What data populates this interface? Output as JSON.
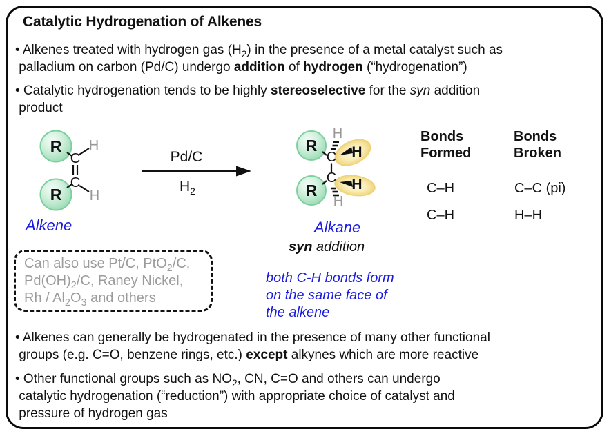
{
  "title": "Catalytic Hydrogenation of Alkenes",
  "bullets": {
    "b1": [
      {
        "t": "• Alkenes treated with hydrogen gas (H"
      },
      {
        "t": "2",
        "sub": true
      },
      {
        "t": ") in the presence of a metal catalyst such as"
      },
      {
        "br": true
      },
      {
        "t": " palladium on carbon (Pd/C) undergo "
      },
      {
        "t": "addition",
        "b": true
      },
      {
        "t": " of "
      },
      {
        "t": "hydrogen",
        "b": true
      },
      {
        "t": " (“hydrogenation”)"
      }
    ],
    "b2": [
      {
        "t": "• Catalytic hydrogenation tends to be highly "
      },
      {
        "t": "stereoselective",
        "b": true
      },
      {
        "t": " for the "
      },
      {
        "t": "syn",
        "i": true
      },
      {
        "t": " addition"
      },
      {
        "br": true
      },
      {
        "t": " product"
      }
    ],
    "b3": [
      {
        "t": "• Alkenes can generally be hydrogenated in the presence of many other functional"
      },
      {
        "br": true
      },
      {
        "t": " groups (e.g. C=O, benzene rings, etc.) "
      },
      {
        "t": "except",
        "b": true
      },
      {
        "t": " alkynes which are more reactive"
      }
    ],
    "b4": [
      {
        "t": "• Other functional groups such as NO"
      },
      {
        "t": "2",
        "sub": true
      },
      {
        "t": ", CN, C=O and others can undergo"
      },
      {
        "br": true
      },
      {
        "t": " catalytic hydrogenation (“reduction”) with appropriate choice of catalyst and"
      },
      {
        "br": true
      },
      {
        "t": " pressure of hydrogen gas"
      }
    ]
  },
  "scheme": {
    "reagent_top": "Pd/C",
    "reagent_bottom_main": "H",
    "reagent_bottom_sub": "2",
    "alkene_label": "Alkene",
    "alkane_label": "Alkane",
    "syn_label": [
      {
        "t": "syn",
        "b": true,
        "i": true
      },
      {
        "t": " addition",
        "i": true
      }
    ],
    "blue_note": [
      {
        "t": "both C-H bonds form"
      },
      {
        "br": true
      },
      {
        "t": "on the same face of"
      },
      {
        "br": true
      },
      {
        "t": "the alkene"
      }
    ],
    "catalyst_box": [
      {
        "t": "Can also use Pt/C, PtO"
      },
      {
        "t": "2",
        "sub": true
      },
      {
        "t": "/C,"
      },
      {
        "br": true
      },
      {
        "t": "Pd(OH)"
      },
      {
        "t": "2",
        "sub": true
      },
      {
        "t": "/C, Raney Nickel,"
      },
      {
        "br": true
      },
      {
        "t": "Rh / Al"
      },
      {
        "t": "2",
        "sub": true
      },
      {
        "t": "O"
      },
      {
        "t": "3",
        "sub": true
      },
      {
        "t": " and others"
      }
    ],
    "atoms": {
      "R": "R",
      "C": "C",
      "H": "H"
    }
  },
  "bonds_table": {
    "formed_header": "Bonds\nFormed",
    "broken_header": "Bonds\nBroken",
    "formed": [
      "C–H",
      "C–H"
    ],
    "broken": [
      "C–C (pi)",
      "H–H"
    ]
  },
  "colors": {
    "accent_blue": "#1b1be0",
    "gray_text": "#9b9b9b",
    "gray_atom": "#989898",
    "green_sphere_fill": "#b9e7cb",
    "green_sphere_border": "#7ccf9e",
    "yellow_highlight": "#f3dc8c",
    "ink": "#111111"
  }
}
